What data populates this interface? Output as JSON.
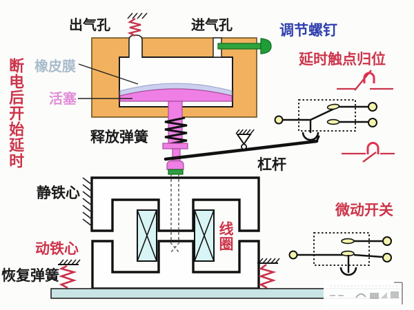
{
  "diagram": {
    "type": "pneumatic-time-delay-relay-schematic",
    "labels": {
      "outlet": "出气孔",
      "inlet": "进气孔",
      "adjust_screw": "调节螺钉",
      "delay_contact_reset": "延时触点归位",
      "membrane": "橡皮膜",
      "piston": "活塞",
      "power_off_delay": "断电后开始延时",
      "release_spring": "释放弹簧",
      "lever": "杠杆",
      "static_core": "静铁心",
      "moving_core": "动铁心",
      "recovery_spring": "恢复弹簧",
      "coil": "线圈",
      "micro_switch": "微动开关"
    },
    "symbols": {
      "delayed_contact_nc_icon": "red time-delay contact (cup) symbol, upper right",
      "delayed_contact_no_icon": "red time-delay contact (cup) symbol, middle right",
      "fixed-support-hatch-icon": "diagonal hatch marks = fixed anchor",
      "pivot-icon": "triangle fulcrum with roller circle",
      "anchor-hook-icon": "U hook linking switch blade to lever",
      "plunger-guide-icon": "dashed centerline ending in x"
    },
    "colors": {
      "ink_black": "#1A1A1A",
      "accent_red": "#CC3449",
      "label_blue": "#2F3FAE",
      "label_pale": "#A9BCCB",
      "label_pink": "#E08ED6",
      "chamber_orange": "#F2B15E",
      "piston_pink": "#EF7FE4",
      "membrane_lavender": "#CBD0EE",
      "screw_green": "#2FA33C",
      "coil_cyan": "#D8F4F4",
      "base_cyan": "#C9E4E4",
      "terminal_yellow": "#F4F4AE",
      "spring_red": "#C8324A"
    }
  }
}
